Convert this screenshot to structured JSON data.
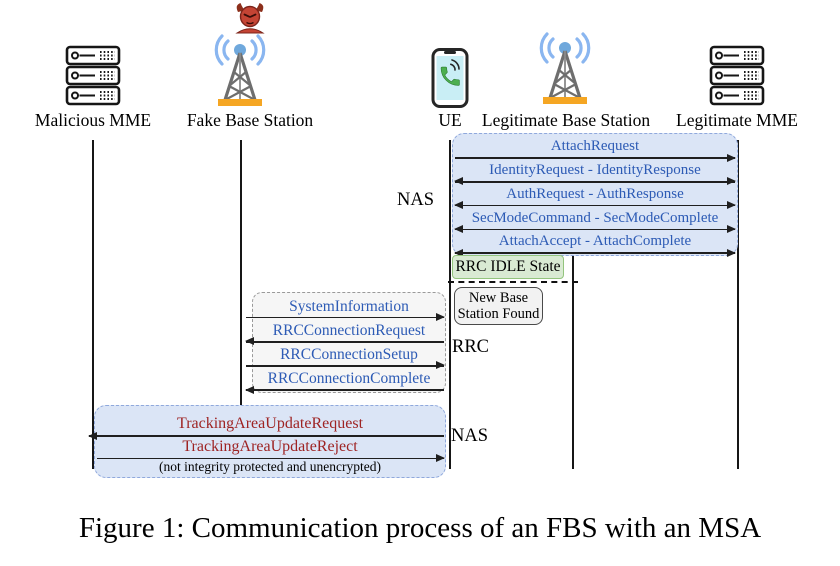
{
  "figure": {
    "caption": "Figure 1: Communication process of an FBS with an MSA"
  },
  "colors": {
    "message_box_fill": "#dbe5f6",
    "message_box_border": "#8fa8dc",
    "blue_message_text": "#2d5bb5",
    "red_message_text": "#9e2323",
    "state_box_fill": "#d9ead3",
    "state_box_border": "#93c47d",
    "rrc_box_fill": "#f6f6f6",
    "tower_base_orange": "#f5a623",
    "wifi_blue": "#8ab6f0",
    "phone_screen": "#c9eef5",
    "handset_green": "#4caf50",
    "devil_red": "#c44434"
  },
  "actors": [
    {
      "name": "Malicious MME",
      "icon": "server-icon"
    },
    {
      "name": "Fake Base Station",
      "icon": "fake-base-station-icon"
    },
    {
      "name": "UE",
      "icon": "phone-icon"
    },
    {
      "name": "Legitimate Base Station",
      "icon": "base-station-icon"
    },
    {
      "name": "Legitimate MME",
      "icon": "server-icon"
    }
  ],
  "sections": {
    "nas_top": {
      "label": "NAS",
      "between": [
        "UE",
        "Legitimate MME"
      ],
      "messages": [
        {
          "text": "AttachRequest",
          "direction": "right"
        },
        {
          "text": "IdentityRequest - IdentityResponse",
          "direction": "both"
        },
        {
          "text": "AuthRequest - AuthResponse",
          "direction": "both"
        },
        {
          "text": "SecModeCommand - SecModeComplete",
          "direction": "both"
        },
        {
          "text": "AttachAccept - AttachComplete",
          "direction": "both"
        }
      ]
    },
    "state_note": {
      "text": "RRC IDLE State"
    },
    "event_note": {
      "line1": "New Base",
      "line2": "Station Found"
    },
    "rrc": {
      "label": "RRC",
      "between": [
        "Fake Base Station",
        "UE"
      ],
      "messages": [
        {
          "text": "SystemInformation",
          "direction": "right"
        },
        {
          "text": "RRCConnectionRequest",
          "direction": "left"
        },
        {
          "text": "RRCConnectionSetup",
          "direction": "right"
        },
        {
          "text": "RRCConnectionComplete",
          "direction": "left"
        }
      ]
    },
    "nas_bottom": {
      "label": "NAS",
      "between": [
        "Malicious MME",
        "UE"
      ],
      "messages": [
        {
          "text": "TrackingAreaUpdateRequest",
          "direction": "left"
        },
        {
          "text": "TrackingAreaUpdateReject",
          "direction": "right",
          "note": "(not integrity protected and unencrypted)"
        }
      ]
    }
  }
}
